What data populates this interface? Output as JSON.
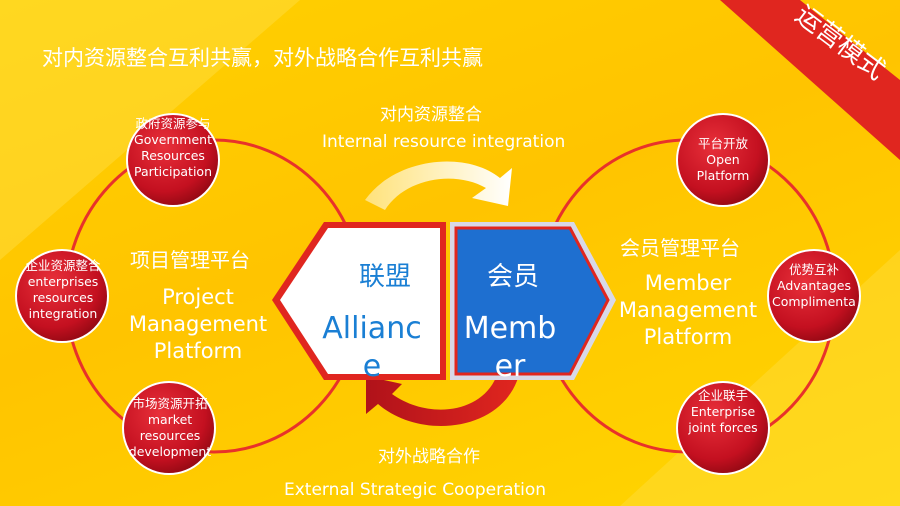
{
  "title": "对内资源整合互利共赢，对外战略合作互利共赢",
  "corner_label": "运营模式",
  "flows": {
    "top_cn": "对内资源整合",
    "top_en": "Internal resource integration",
    "bottom_cn": "对外战略合作",
    "bottom_en": "External Strategic Cooperation"
  },
  "center": {
    "left_cn": "联盟",
    "left_en": "Alliance",
    "right_cn": "会员",
    "right_en": "Member"
  },
  "left_platform": {
    "cn": "项目管理平台",
    "en": "Project Management Platform",
    "nodes": [
      {
        "cn": "政府资源参与",
        "en": "Government Resources Participation"
      },
      {
        "cn": "企业资源整合",
        "en": "enterprises resources integration"
      },
      {
        "cn": "市场资源开拓",
        "en": "market resources development"
      }
    ]
  },
  "right_platform": {
    "cn": "会员管理平台",
    "en": "Member Management Platform",
    "nodes": [
      {
        "cn": "平台开放",
        "en": "Open Platform"
      },
      {
        "cn": "优势互补",
        "en": "Advantages Complimentary"
      },
      {
        "cn": "企业联手",
        "en": "Enterprise joint forces"
      }
    ]
  },
  "colors": {
    "background": "#ffd100",
    "ring": "#e8322a",
    "node": "#c41020",
    "alliance_fill": "#ffffff",
    "alliance_text": "#1a7fd4",
    "member_fill": "#1e6fd0",
    "corner": "#e0261f"
  }
}
